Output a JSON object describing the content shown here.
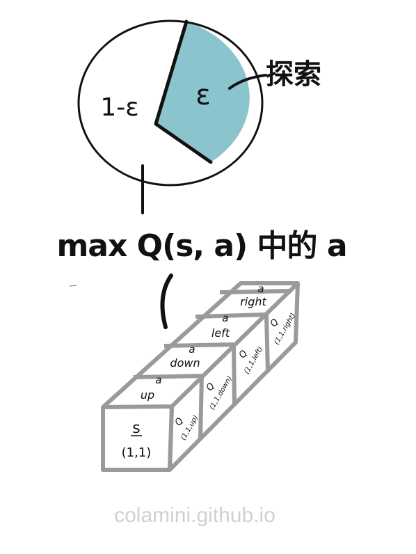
{
  "pie": {
    "epsilon_label": "ε",
    "one_minus_epsilon_label": "1-ε",
    "explore_label": "探索",
    "explore_color": "#8cc4cd"
  },
  "caption": {
    "max_q": "max Q(s, a) 中的 a"
  },
  "table": {
    "state": {
      "header": "s",
      "value": "(1,1)"
    },
    "columns": [
      {
        "header": "a",
        "action": "up",
        "q": "Q",
        "q_value": "(1,1,up)"
      },
      {
        "header": "a",
        "action": "down",
        "q": "Q",
        "q_value": "(1,1,down)"
      },
      {
        "header": "a",
        "action": "left",
        "q": "Q",
        "q_value": "(1,1,left)"
      },
      {
        "header": "a",
        "action": "right",
        "q": "Q",
        "q_value": "(1,1,right)"
      }
    ],
    "edge_color": "#9a9a9a"
  },
  "watermark": "colamini.github.io"
}
